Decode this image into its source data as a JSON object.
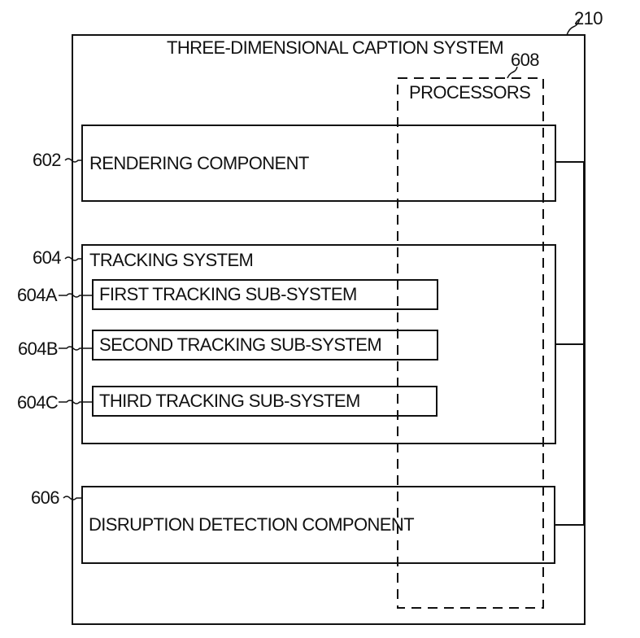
{
  "diagram": {
    "system": {
      "ref": "210",
      "title": "THREE-DIMENSIONAL CAPTION SYSTEM"
    },
    "processors": {
      "ref": "608",
      "label": "PROCESSORS"
    },
    "rendering": {
      "ref": "602",
      "label": "RENDERING COMPONENT"
    },
    "tracking": {
      "ref": "604",
      "label": "TRACKING SYSTEM",
      "subsystems": [
        {
          "ref": "604A",
          "label": "FIRST TRACKING SUB-SYSTEM"
        },
        {
          "ref": "604B",
          "label": "SECOND TRACKING SUB-SYSTEM"
        },
        {
          "ref": "604C",
          "label": "THIRD TRACKING SUB-SYSTEM"
        }
      ]
    },
    "disruption": {
      "ref": "606",
      "label": "DISRUPTION DETECTION COMPONENT"
    }
  }
}
